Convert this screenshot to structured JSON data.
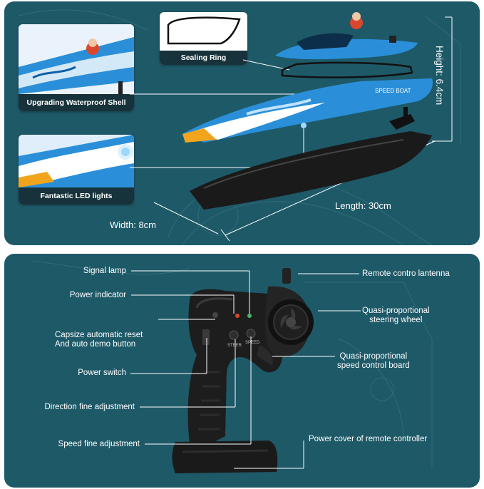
{
  "top": {
    "thumb_shell_label": "Upgrading Waterproof Shell",
    "thumb_led_label": "Fantastic LED lights",
    "sealing_ring_label": "Sealing Ring",
    "height_label": "Height: 6.4cm",
    "length_label": "Length: 30cm",
    "width_label": "Width: 8cm",
    "hull_text": "SPEED BOAT"
  },
  "bottom": {
    "callouts_left": [
      {
        "text": "Signal lamp"
      },
      {
        "text": "Power indicator"
      },
      {
        "text": "Capsize automatic reset\nAnd auto demo button"
      },
      {
        "text": "Power switch"
      },
      {
        "text": "Direction fine adjustment"
      },
      {
        "text": "Speed fine adjustment"
      }
    ],
    "callouts_right": [
      {
        "text": "Remote contro lantenna"
      },
      {
        "text": "Quasi-proportional\nsteering wheel"
      },
      {
        "text": "Quasi-proportional\nspeed control board"
      },
      {
        "text": "Power cover of remote controller"
      }
    ],
    "knob_labels": [
      "STEER",
      "SPEED"
    ]
  },
  "colors": {
    "panel": "#1e5968",
    "panel_dark": "#17323a",
    "boat_blue": "#2a8fd8",
    "beak": "#f2a51c"
  }
}
